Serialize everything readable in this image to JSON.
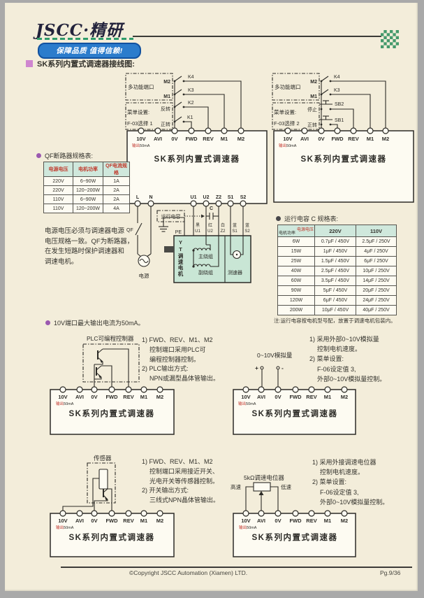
{
  "colors": {
    "page_bg": "#f3edda",
    "outer_bg": "#a9a9a9",
    "banner_blue": "#2b7ccc",
    "checker_green": "#44996b",
    "table_header_mint": "#cfe8dc",
    "header_red_text": "#c0392b",
    "motor_teal": "#c9e6d5",
    "bullet_purple": "#9b59b0",
    "title_pink": "#cf86cf",
    "ink": "#2c2b27"
  },
  "header": {
    "logo": "JSCC·精研",
    "slogan": "保障品质 值得信赖!",
    "section_title": "SK系列内置式调速器接线图:"
  },
  "shared": {
    "terminals": [
      "10V",
      "AVI",
      "0V",
      "FWD",
      "REV",
      "M1",
      "M2"
    ],
    "sk_label": "SK系列内置式调速器",
    "out_prefix": "输出",
    "out_value": "50mA"
  },
  "qf_table": {
    "title": "QF断路器规格表:",
    "headers": [
      "电源电压",
      "电机功率",
      "QF电流规格"
    ],
    "rows": [
      [
        "220V",
        "6~90W",
        "1A"
      ],
      [
        "220V",
        "120~200W",
        "2A"
      ],
      [
        "110V",
        "6~90W",
        "2A"
      ],
      [
        "110V",
        "120~200W",
        "4A"
      ]
    ]
  },
  "psu_note": [
    "电源电压必须与调速器电源",
    "电压规格一致。QF为断路器，",
    "在发生短路时保护调速器和",
    "调速电机。"
  ],
  "cap_table": {
    "title": "运行电容 C 规格表:",
    "corner_top": "电源电压",
    "corner_bottom": "电机功率",
    "cols": [
      "220V",
      "110V"
    ],
    "rows": [
      [
        "6W",
        "0.7μF / 450V",
        "2.5μF / 250V"
      ],
      [
        "15W",
        "1μF / 450V",
        "4μF / 250V"
      ],
      [
        "25W",
        "1.5μF / 450V",
        "6μF / 250V"
      ],
      [
        "40W",
        "2.5μF / 450V",
        "10μF / 250V"
      ],
      [
        "60W",
        "3.5μF / 450V",
        "14μF / 250V"
      ],
      [
        "90W",
        "5μF / 450V",
        "20μF / 250V"
      ],
      [
        "120W",
        "6μF / 450V",
        "24μF / 250V"
      ],
      [
        "200W",
        "10μF / 450V",
        "40μF / 250V"
      ]
    ],
    "note": "注:运行电容按电机型号配，放置于调速电机包装内。"
  },
  "current_note": "10V端口最大输出电流为50mA。",
  "d1": {
    "multi_port": "多功能端口",
    "m2": "M2",
    "m1": "M1",
    "menu_line1": "菜单设置:",
    "menu_line2": "F-03选择 1",
    "rev": "反转",
    "fwd": "正转",
    "k4": "K4",
    "k3": "K3",
    "k2": "K2",
    "k1": "K1",
    "l": "L",
    "n": "N",
    "run_cap": "运行电容",
    "cap_c": "C",
    "qf": "QF",
    "pe": "PE",
    "power": "电源",
    "wires": [
      {
        "color": "黑",
        "name": "U1"
      },
      {
        "color": "红",
        "name": "U2"
      },
      {
        "color": "白",
        "name": "Z2"
      },
      {
        "color": "蓝",
        "name": "S1"
      },
      {
        "color": "蓝",
        "name": "S2"
      }
    ],
    "motor_label": "YT调速电机",
    "main_winding": "主绕组",
    "aux_winding": "副绕组",
    "tacho": "测速器"
  },
  "d2": {
    "multi_port": "多功能端口",
    "m2": "M2",
    "m1": "M1",
    "menu_line1": "菜单设置:",
    "menu_line2": "F-03选择 2",
    "stop": "停止",
    "fwd": "正转",
    "k4": "K4",
    "k3": "K3",
    "sb2": "SB2",
    "sb1": "SB1"
  },
  "d3": {
    "plc_title": "PLC可编程控制器",
    "notes": [
      "1) FWD、REV、M1、M2",
      "控制端口采用PLC可",
      "编程控制器控制。",
      "2) PLC输出方式:",
      "NPN或漏型晶体管输出。"
    ]
  },
  "d4": {
    "analog_label": "0~10V模拟量",
    "plus": "+",
    "minus": "-",
    "notes": [
      "1) 采用外部0~10V模拟量",
      "控制电机速度。",
      "2) 菜单设置:",
      "F-06设定值 3,",
      "外部0~10V模拟量控制。"
    ]
  },
  "d5": {
    "sensor": "传感器",
    "notes": [
      "1) FWD、REV、M1、M2",
      "控制端口采用接近开关、",
      "光电开关等传感器控制。",
      "2) 开关输出方式:",
      "三线式NPN晶体管输出。"
    ]
  },
  "d6": {
    "pot_label": "5kΩ调速电位器",
    "high": "高速",
    "low": "低速",
    "notes": [
      "1) 采用外接调速电位器",
      "控制电机速度。",
      "2) 菜单设置:",
      "F-06设定值 3,",
      "外部0~10V模拟量控制。"
    ]
  },
  "footer": {
    "copyright": "©Copyright JSCC Automation (Xiamen) LTD.",
    "page_num": "Pg.9/36"
  }
}
